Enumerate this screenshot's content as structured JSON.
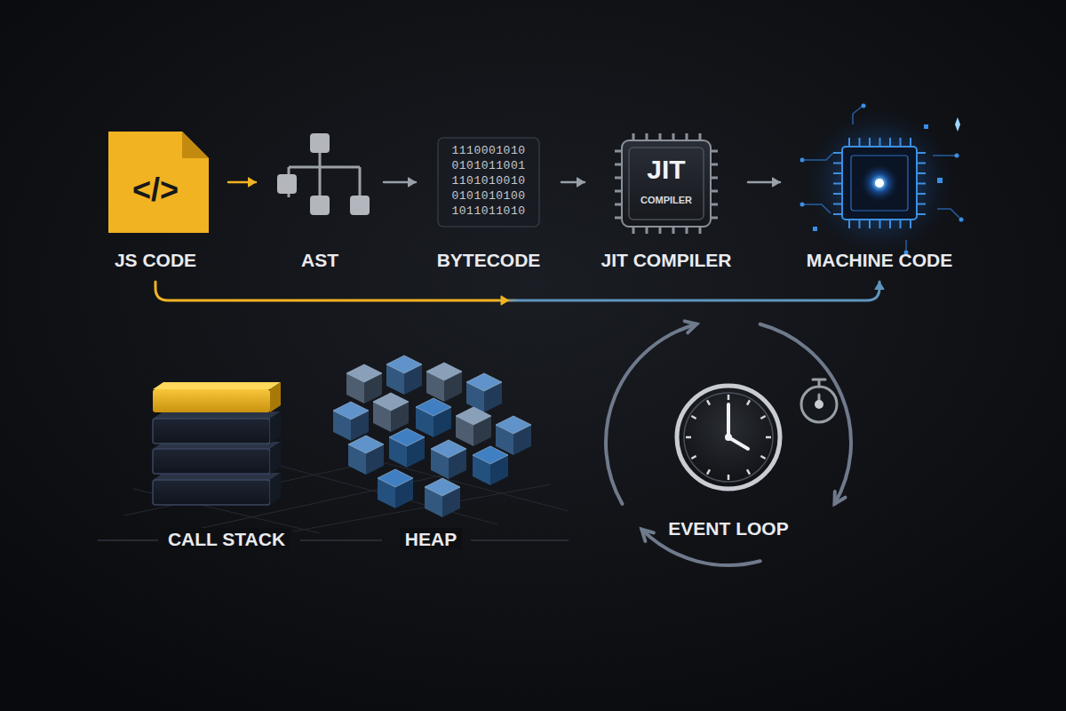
{
  "diagram": {
    "nodes": [
      {
        "text": [
          "</>",
          "JS CODE"
        ]
      },
      {
        "text": [
          "AST"
        ]
      },
      {
        "text": [
          "1110001010 0101011001 1101010010 0101010100 1011011010",
          "BYTECODE"
        ]
      },
      {
        "text": [
          "JIT",
          "COMPILER",
          "JIT COMPILER"
        ]
      },
      {
        "text": [
          "MACHINE CODE"
        ]
      },
      {
        "text": [
          "CALL STACK"
        ]
      },
      {
        "text": [
          "HEAP"
        ]
      },
      {
        "text": [
          "EVENT LOOP"
        ]
      }
    ],
    "edges": [
      {
        "from": 0,
        "to": 1,
        "arrow": "to"
      },
      {
        "from": 1,
        "to": 2,
        "arrow": "to"
      },
      {
        "from": 2,
        "to": 3,
        "arrow": "to"
      },
      {
        "from": 3,
        "to": 4,
        "arrow": "to"
      },
      {
        "from": 0,
        "to": 4,
        "arrow": "to"
      }
    ]
  }
}
